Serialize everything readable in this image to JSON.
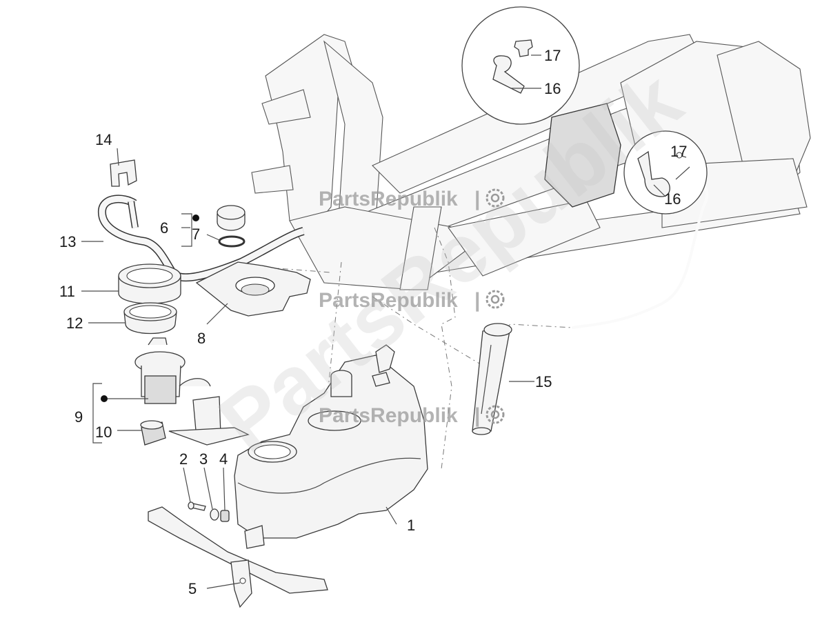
{
  "watermark": {
    "text": "PartsRepublik",
    "separator": "|",
    "diagonal_text": "PartsRepublik"
  },
  "callouts": {
    "p1": "1",
    "p2": "2",
    "p3": "3",
    "p4": "4",
    "p5": "5",
    "p6": "6",
    "p7": "7",
    "p8": "8",
    "p9": "9",
    "p10": "10",
    "p11": "11",
    "p12": "12",
    "p13": "13",
    "p14": "14",
    "p15": "15",
    "p16a": "16",
    "p17a": "17",
    "p16b": "16",
    "p17b": "17"
  },
  "colors": {
    "line": "#3a3a3a",
    "watermark": "#9a9a9a",
    "background": "#ffffff"
  }
}
